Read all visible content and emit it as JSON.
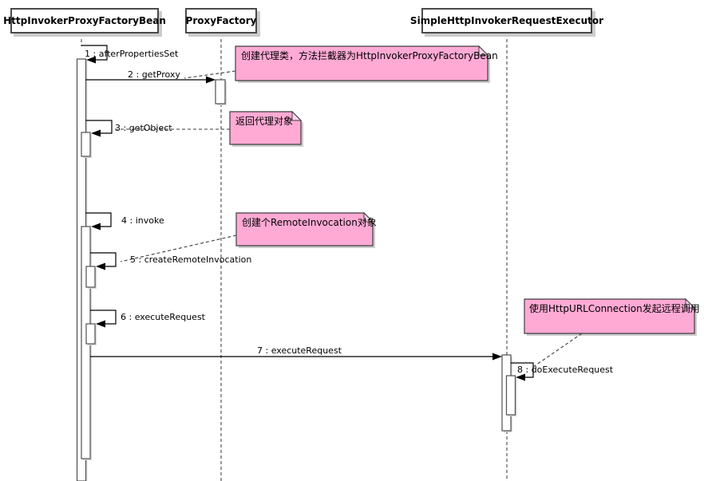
{
  "diagram": {
    "kind": "uml-sequence-diagram",
    "actors": [
      {
        "name": "HttpInvokerProxyFactoryBean"
      },
      {
        "name": "ProxyFactory"
      },
      {
        "name": "SimpleHttpInvokerRequestExecutor"
      }
    ],
    "messages": [
      {
        "label": "1 : afterPropertiesSet",
        "kind": "self",
        "on": "HttpInvokerProxyFactoryBean"
      },
      {
        "label": "2 : getProxy",
        "kind": "call",
        "from": "HttpInvokerProxyFactoryBean",
        "to": "ProxyFactory"
      },
      {
        "label": "3 : getObject",
        "kind": "self",
        "on": "HttpInvokerProxyFactoryBean"
      },
      {
        "label": "4 : invoke",
        "kind": "self",
        "on": "HttpInvokerProxyFactoryBean"
      },
      {
        "label": "5 : createRemoteInvocation",
        "kind": "self",
        "on": "HttpInvokerProxyFactoryBean"
      },
      {
        "label": "6 : executeRequest",
        "kind": "self",
        "on": "HttpInvokerProxyFactoryBean"
      },
      {
        "label": "7 : executeRequest",
        "kind": "call",
        "from": "HttpInvokerProxyFactoryBean",
        "to": "SimpleHttpInvokerRequestExecutor"
      },
      {
        "label": "8 : doExecuteRequest",
        "kind": "self",
        "on": "SimpleHttpInvokerRequestExecutor"
      }
    ],
    "notes": [
      {
        "text": "创建代理类，方法拦截器为HttpInvokerProxyFactoryBean",
        "attached_to": "2 : getProxy"
      },
      {
        "text": "返回代理对象",
        "attached_to": "3 : getObject"
      },
      {
        "text": "创建个RemoteInvocation对象",
        "attached_to": "5 : createRemoteInvocation"
      },
      {
        "text": "使用HttpURLConnection发起远程调用",
        "attached_to": "8 : doExecuteRequest"
      }
    ],
    "colors": {
      "note_fill": "#ffaad5",
      "note_fold": "#ffd6ec",
      "note_border": "#3f3f3f",
      "box_border": "#4a4a4a",
      "box_fill": "#ffffff",
      "shadow": "#cccccc",
      "line": "#000000",
      "lifeline": "#6f6f6f",
      "bar_border": "#4f4f4f",
      "text": "#000000"
    }
  }
}
